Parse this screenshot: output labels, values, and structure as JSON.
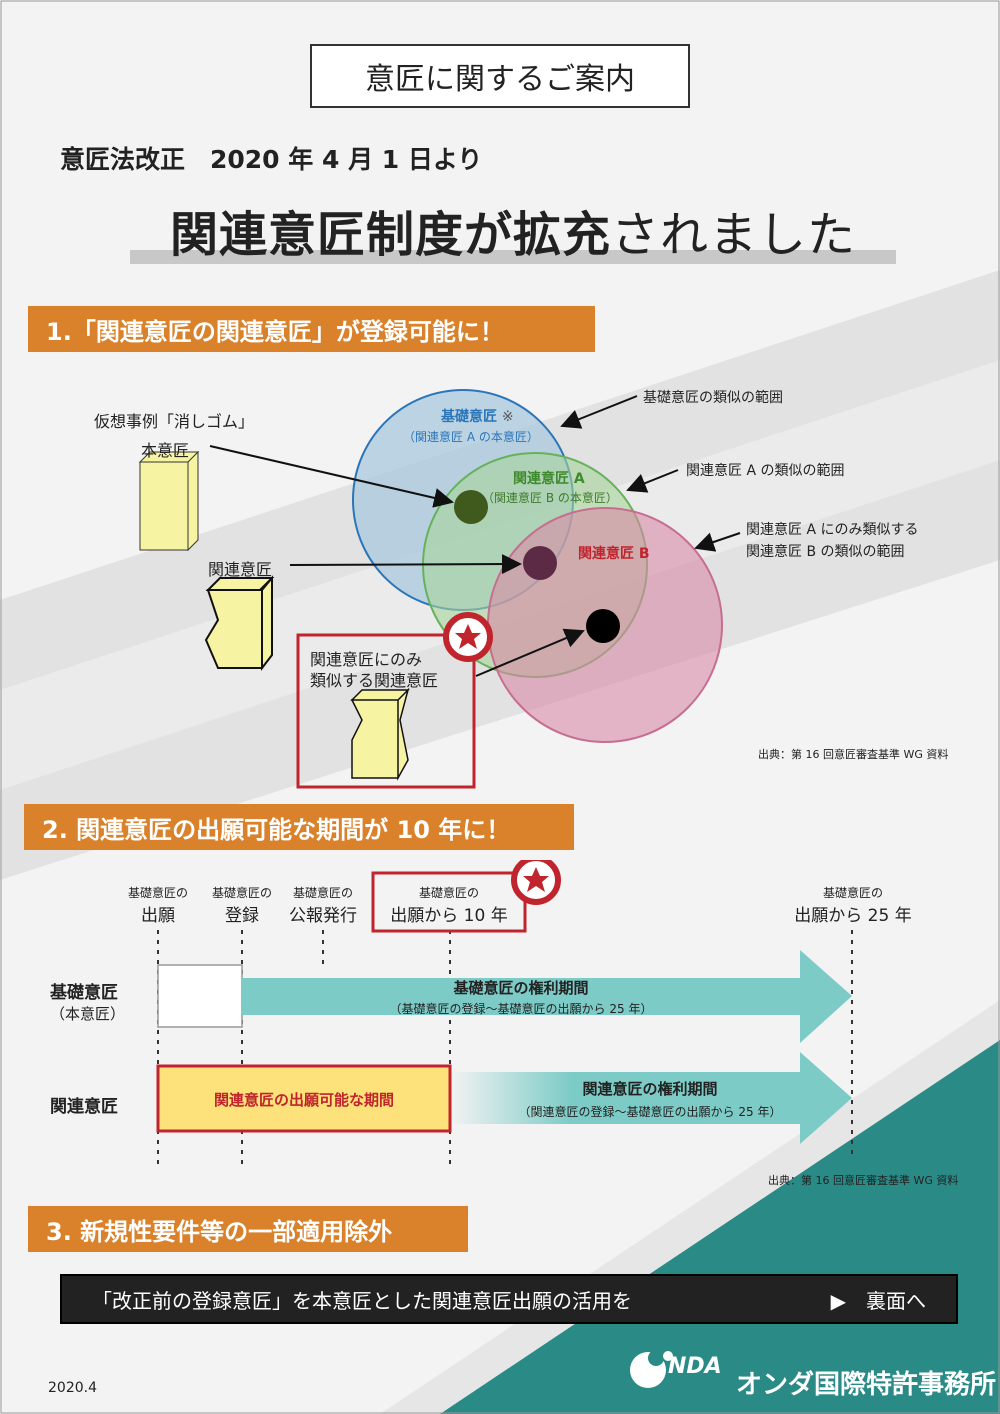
{
  "header": {
    "title": "意匠に関するご案内"
  },
  "subtitle": "意匠法改正　2020 年 4 月 1 日より",
  "main_title": {
    "strong": "関連意匠制度が拡充",
    "light": "されました"
  },
  "sections": [
    {
      "label": "1.「関連意匠の関連意匠」が登録可能に！"
    },
    {
      "label": "2.  関連意匠の出願可能な期間が 10 年に！"
    },
    {
      "label": "3.  新規性要件等の一部適用除外"
    }
  ],
  "diagram1": {
    "example_title": "仮想事例「消しゴム」",
    "hon_label": "本意匠",
    "kanren_label": "関連意匠",
    "only_label_1": "関連意匠にのみ",
    "only_label_2": "類似する関連意匠",
    "circle_base_title": "基礎意匠",
    "circle_base_mark": "※",
    "circle_base_sub": "（関連意匠 A の本意匠）",
    "circle_a_title": "関連意匠 A",
    "circle_a_sub": "（関連意匠 B の本意匠）",
    "circle_b_title": "関連意匠 B",
    "range_base": "基礎意匠の類似の範囲",
    "range_a": "関連意匠 A の類似の範囲",
    "range_b_1": "関連意匠 A にのみ類似する",
    "range_b_2": "関連意匠 B の類似の範囲",
    "source": "出典：第 16 回意匠審査基準 WG 資料"
  },
  "timeline": {
    "markers": [
      {
        "top": "基礎意匠の",
        "bottom": "出願"
      },
      {
        "top": "基礎意匠の",
        "bottom": "登録"
      },
      {
        "top": "基礎意匠の",
        "bottom": "公報発行"
      },
      {
        "top": "基礎意匠の",
        "bottom": "出願から 10 年"
      },
      {
        "top": "基礎意匠の",
        "bottom": "出願から 25 年"
      }
    ],
    "row1_label": "基礎意匠",
    "row1_sub": "（本意匠）",
    "row1_arrow_title": "基礎意匠の権利期間",
    "row1_arrow_sub": "（基礎意匠の登録～基礎意匠の出願から 25 年）",
    "row2_label": "関連意匠",
    "row2_box": "関連意匠の出願可能な期間",
    "row2_arrow_title": "関連意匠の権利期間",
    "row2_arrow_sub": "（関連意匠の登録～基礎意匠の出願から 25 年）",
    "source": "出典：第 16 回意匠審査基準 WG 資料"
  },
  "bottom_bar": {
    "text": "「改正前の登録意匠」を本意匠とした関連意匠出願の活用を",
    "link": "▶　裏面へ"
  },
  "footer": {
    "date": "2020.4",
    "logo_mark": "NDA",
    "company": "オンダ国際特許事務所"
  },
  "colors": {
    "orange": "#d9822b",
    "teal": "#2a8a86",
    "red": "#c0242c"
  }
}
